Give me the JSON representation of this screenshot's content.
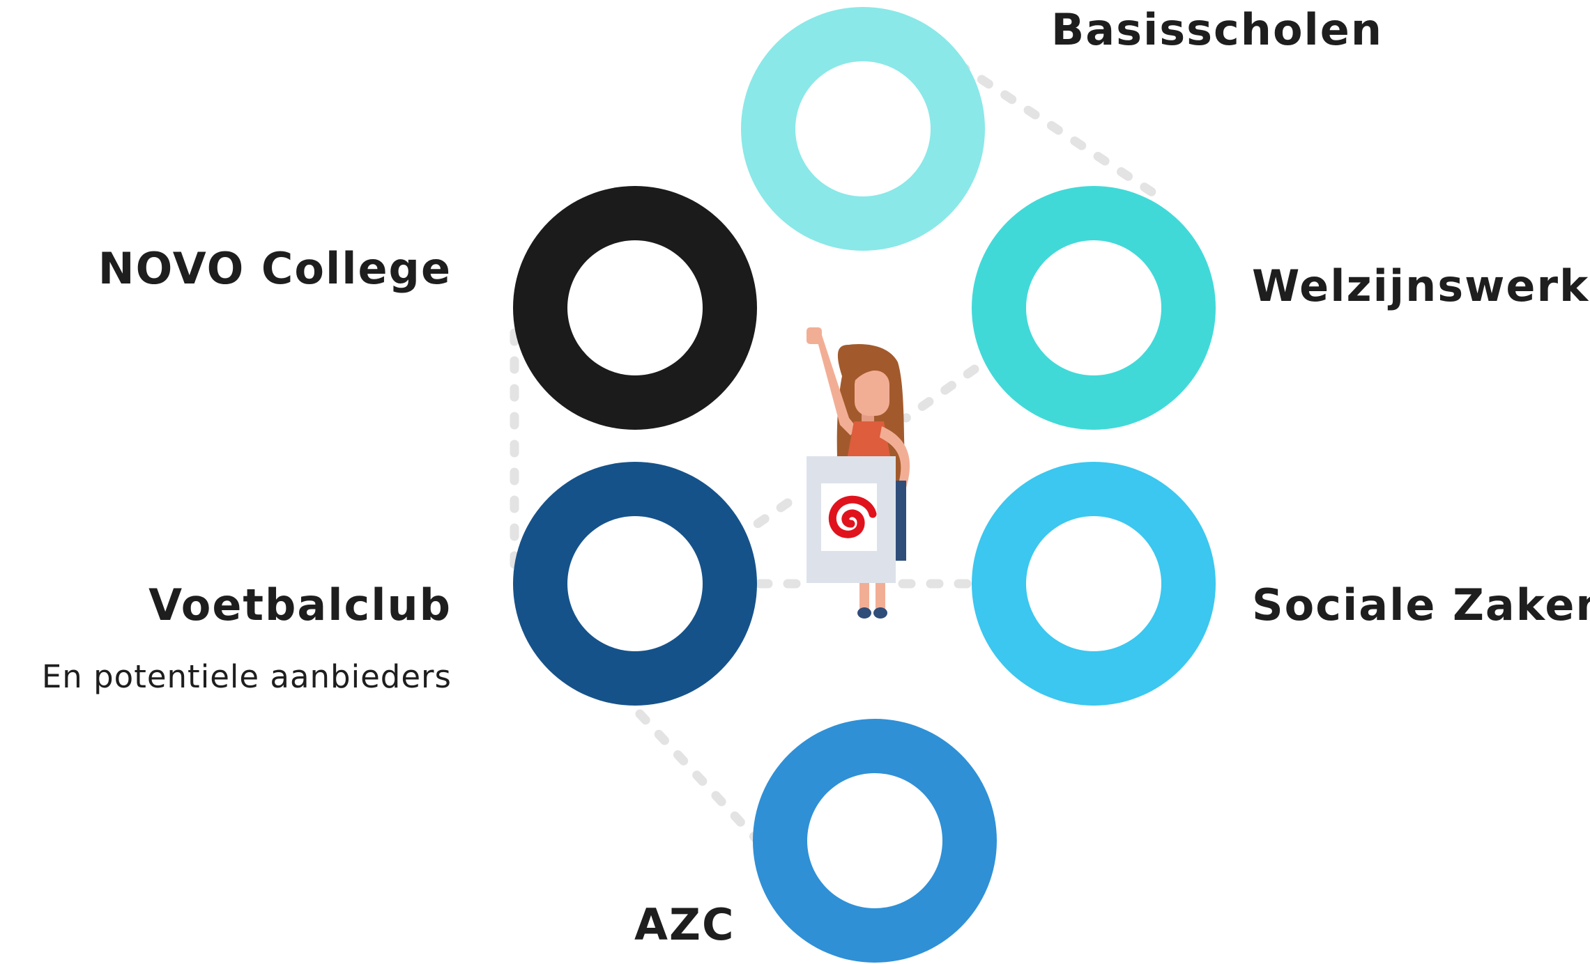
{
  "nodes": [
    {
      "id": "basisscholen",
      "label": "Basisscholen",
      "color": "#8ae8e8"
    },
    {
      "id": "novo-college",
      "label": "NOVO College",
      "color": "#1b1b1b"
    },
    {
      "id": "welzijnswerk",
      "label": "Welzijnswerk",
      "color": "#40d9d8"
    },
    {
      "id": "voetbalclub",
      "label": "Voetbalclub",
      "sublabel": "En potentiele aanbieders",
      "color": "#16528a"
    },
    {
      "id": "sociale-zaken",
      "label": "Sociale Zaken",
      "color": "#3bc7ef"
    },
    {
      "id": "azc",
      "label": "AZC",
      "color": "#2f90d6"
    }
  ],
  "center": {
    "figure": "woman-with-raised-fist",
    "sign_logo": "red-spiral-logo",
    "colors": {
      "hair": "#a25a2c",
      "skin": "#f2ae95",
      "top": "#dd5d3c",
      "sign": "#dde2ea",
      "logo": "#e0131d",
      "legs_shadow": "#2f4d79"
    }
  },
  "connector_color": "#e3e3e3"
}
